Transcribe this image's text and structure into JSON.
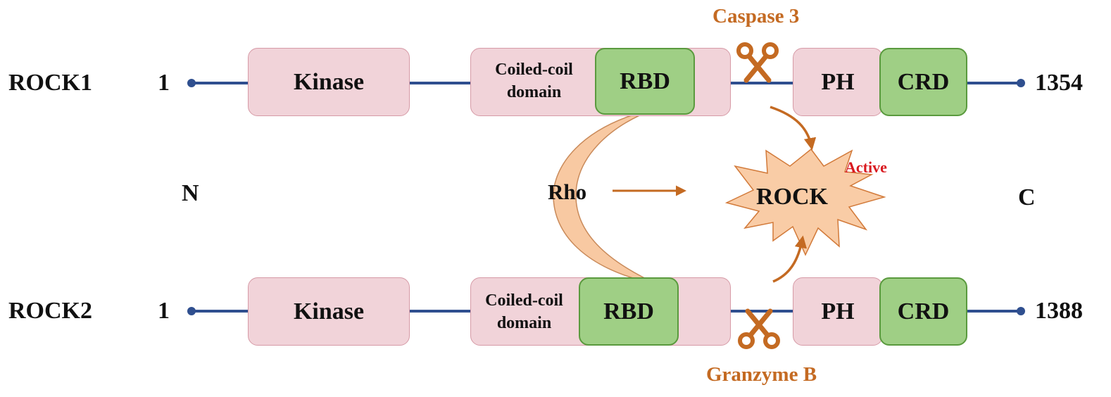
{
  "proteins": [
    {
      "name": "ROCK1",
      "start": "1",
      "end": "1354",
      "kinase": "Kinase",
      "coiled_coil": [
        "Coiled-coil",
        "domain"
      ],
      "rbd": "RBD",
      "ph": "PH",
      "crd": "CRD"
    },
    {
      "name": "ROCK2",
      "start": "1",
      "end": "1388",
      "kinase": "Kinase",
      "coiled_coil": [
        "Coiled-coil",
        "domain"
      ],
      "rbd": "RBD",
      "ph": "PH",
      "crd": "CRD"
    }
  ],
  "termini": {
    "n": "N",
    "c": "C"
  },
  "regulators": {
    "caspase": "Caspase 3",
    "granzyme": "Granzyme B",
    "rho": "Rho"
  },
  "active_rock": {
    "label": "ROCK",
    "status": "Active"
  },
  "colors": {
    "backbone": "#2f4f8f",
    "pink_domain": "#f1d3d9",
    "green_domain": "#9fcf85",
    "rho_fill": "#f8c9a2",
    "rock_star_fill": "#f9cca6",
    "arrow": "#c46a22",
    "active_text": "#d91a20"
  },
  "icons": [
    "scissors-icon",
    "arrow-icon",
    "starburst-shape",
    "crescent-shape"
  ]
}
